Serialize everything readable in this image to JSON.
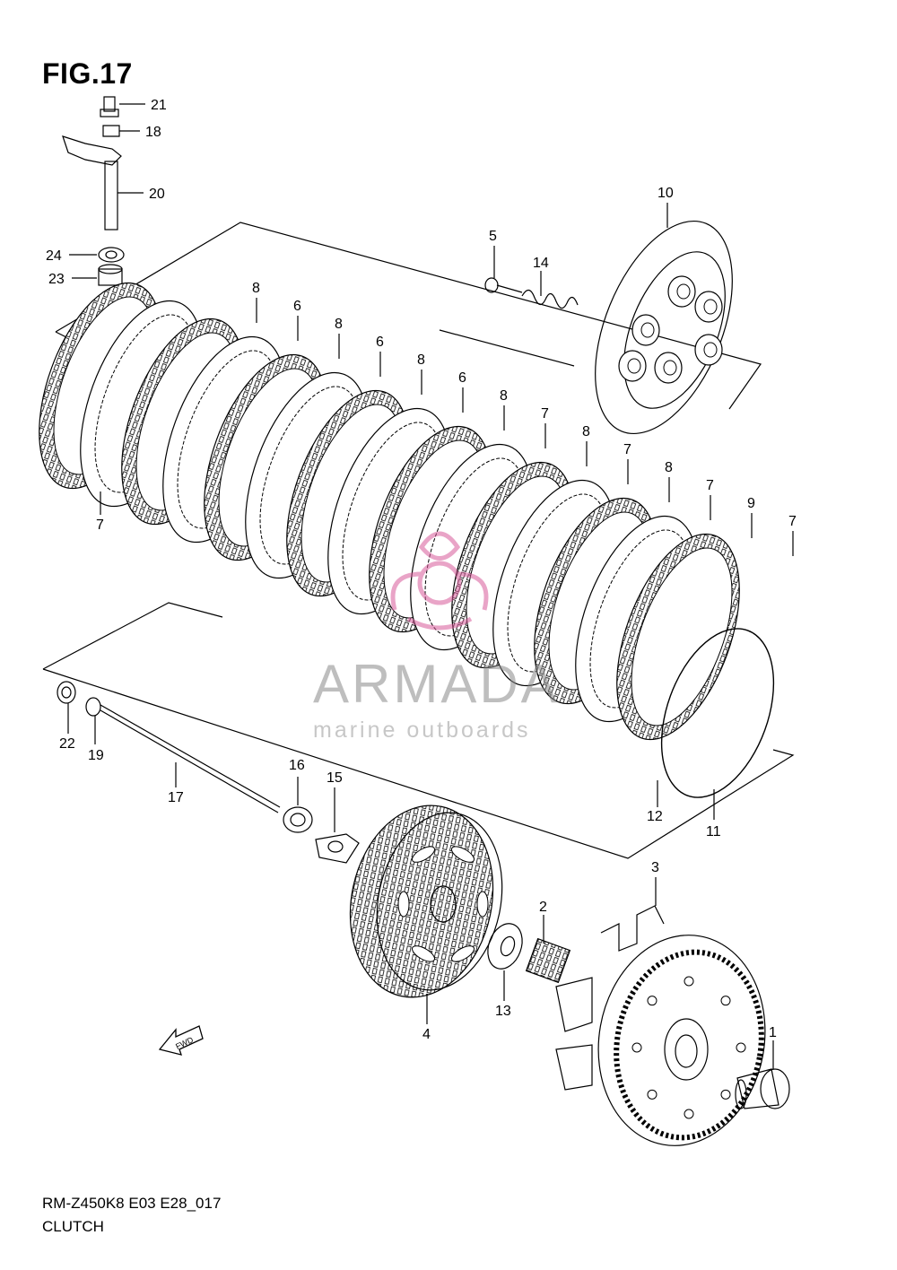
{
  "figure": {
    "title": "FIG.17"
  },
  "footer": {
    "model_code": "RM-Z450K8 E03 E28_017",
    "section_name": "CLUTCH"
  },
  "watermark": {
    "brand": "ARMADA",
    "tagline": "marine outboards",
    "color_pink": "#d85a9a",
    "color_gray": "#8a8a8a"
  },
  "fwd_badge": {
    "label": "FWD"
  },
  "callouts": [
    "1",
    "2",
    "3",
    "4",
    "5",
    "6",
    "7",
    "8",
    "9",
    "10",
    "11",
    "12",
    "13",
    "14",
    "15",
    "16",
    "17",
    "18",
    "19",
    "20",
    "21",
    "22",
    "23",
    "24"
  ],
  "plate_labels": [
    "7",
    "8",
    "6",
    "8",
    "6",
    "8",
    "6",
    "8",
    "7",
    "8",
    "7",
    "8",
    "7",
    "9",
    "7"
  ]
}
